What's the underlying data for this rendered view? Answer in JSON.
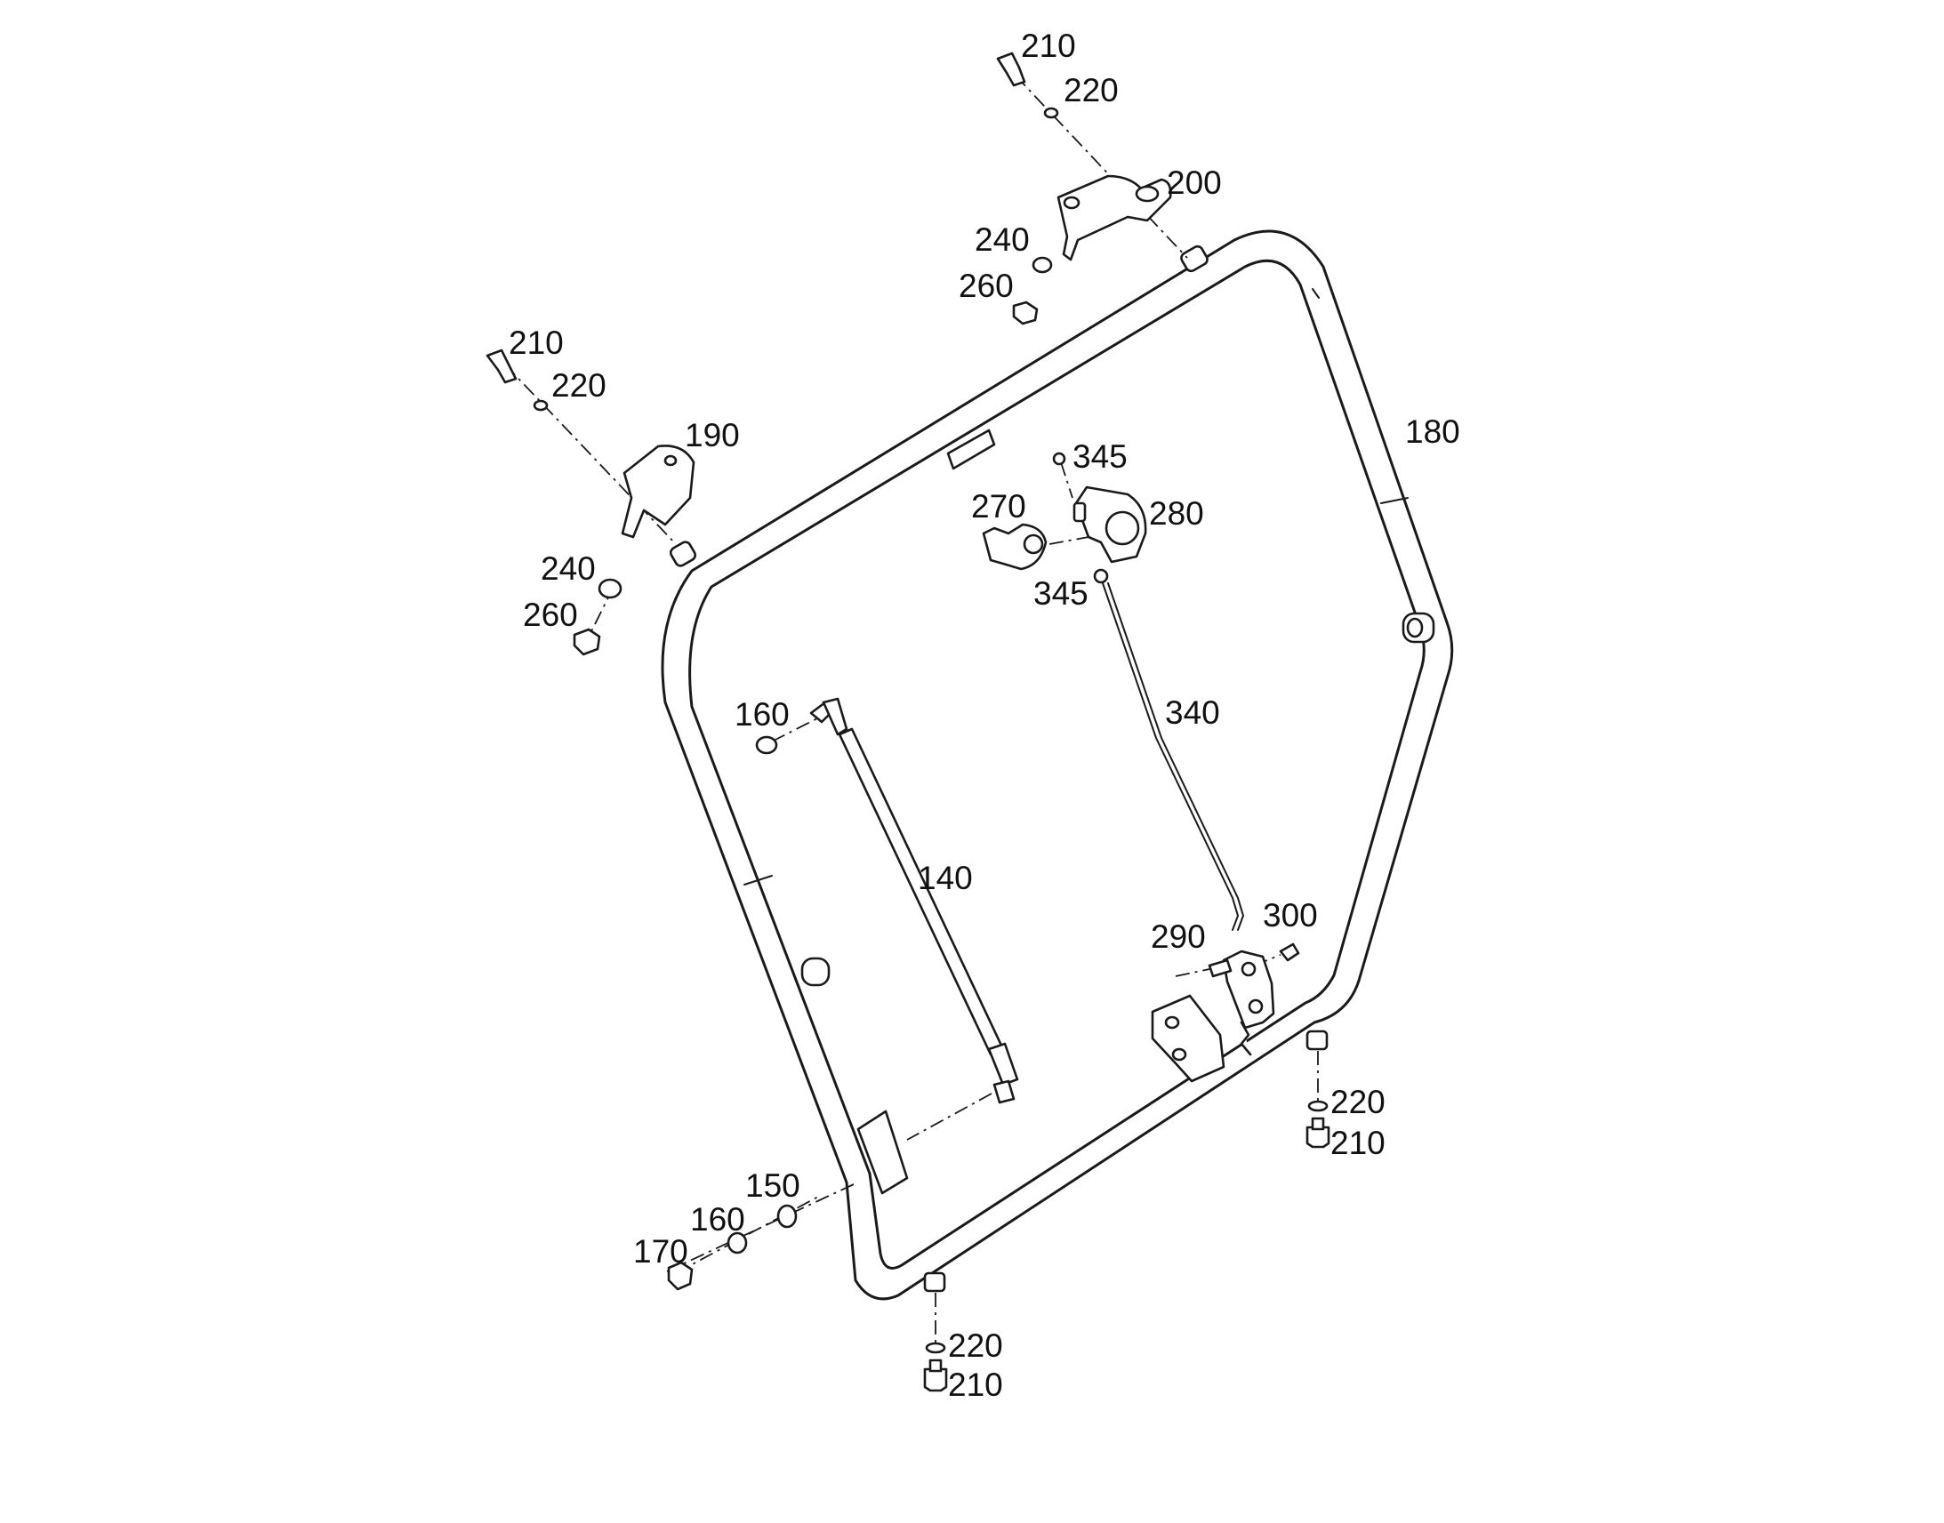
{
  "diagram": {
    "labels": {
      "bolt_top": "210",
      "washer_top": "220",
      "bracket_right": "200",
      "lockwasher_top": "240",
      "nut_top": "260",
      "bolt_left": "210",
      "washer_left": "220",
      "bracket_left": "190",
      "lockwasher_left": "240",
      "nut_left": "260",
      "frame": "180",
      "screw_upper": "345",
      "latch_handle": "270",
      "latch_plate": "280",
      "screw_lower": "345",
      "rod_right": "340",
      "clip_left": "160",
      "gas_strut": "140",
      "latch_lower": "290",
      "screw_latch": "300",
      "washer_br": "220",
      "bolt_br": "210",
      "washer_strut": "150",
      "clip_bottom": "160",
      "nut_bottom": "170",
      "washer_bottom": "220",
      "bolt_bottom": "210"
    }
  }
}
